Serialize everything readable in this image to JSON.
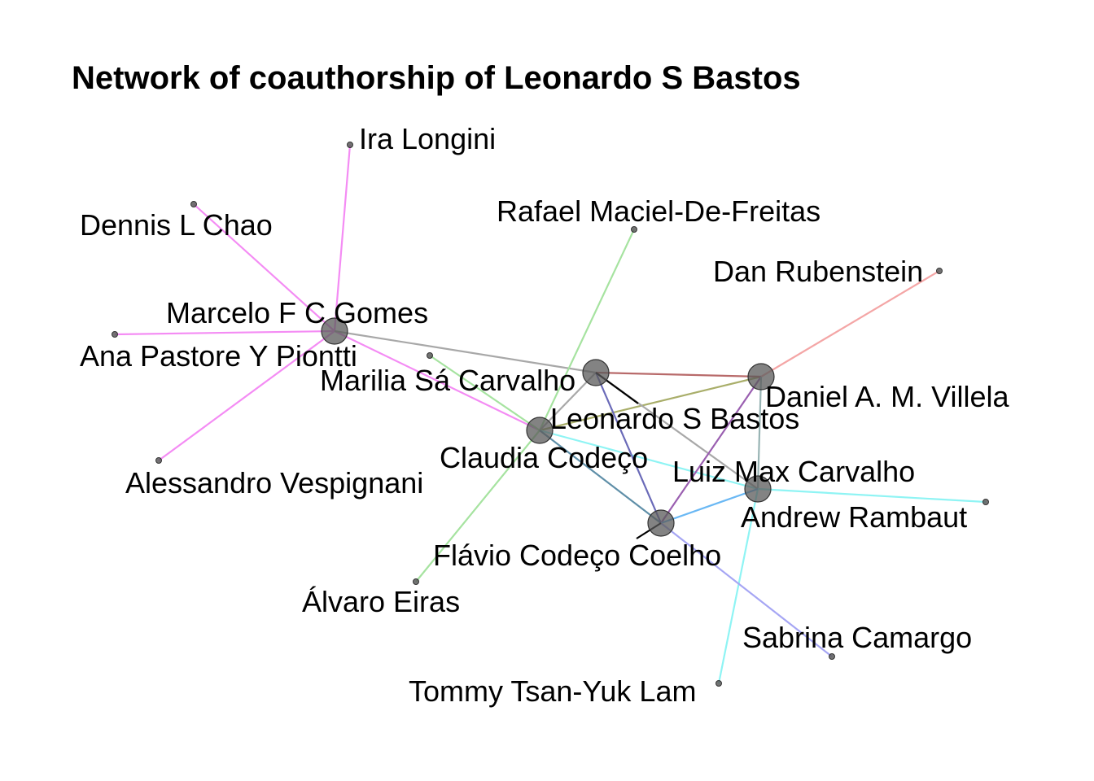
{
  "title": "Network of coauthorship of Leonardo S Bastos",
  "nodes": [
    {
      "id": "leonardo",
      "label": "Leonardo S Bastos",
      "size": "large"
    },
    {
      "id": "marcelo",
      "label": "Marcelo F C Gomes",
      "size": "large"
    },
    {
      "id": "claudia",
      "label": "Claudia Codeço",
      "size": "large"
    },
    {
      "id": "daniel",
      "label": "Daniel A. M. Villela",
      "size": "large"
    },
    {
      "id": "luiz",
      "label": "Luiz Max Carvalho",
      "size": "large"
    },
    {
      "id": "flavio",
      "label": "Flávio Codeço Coelho",
      "size": "large"
    },
    {
      "id": "ira",
      "label": "Ira Longini",
      "size": "small"
    },
    {
      "id": "dennis",
      "label": "Dennis L Chao",
      "size": "small"
    },
    {
      "id": "ana",
      "label": "Ana Pastore Y Piontti",
      "size": "small"
    },
    {
      "id": "alessandro",
      "label": "Alessandro Vespignani",
      "size": "small"
    },
    {
      "id": "marilia",
      "label": "Marilia Sá Carvalho",
      "size": "small"
    },
    {
      "id": "rafael",
      "label": "Rafael Maciel-De-Freitas",
      "size": "small"
    },
    {
      "id": "dan",
      "label": "Dan Rubenstein",
      "size": "small"
    },
    {
      "id": "andrew",
      "label": "Andrew Rambaut",
      "size": "small"
    },
    {
      "id": "alvaro",
      "label": "Álvaro Eiras",
      "size": "small"
    },
    {
      "id": "sabrina",
      "label": "Sabrina Camargo",
      "size": "small"
    },
    {
      "id": "tommy",
      "label": "Tommy Tsan-Yuk Lam",
      "size": "small"
    }
  ],
  "edges": [
    {
      "from": "marcelo",
      "to": "ira",
      "color": "#f48cf4"
    },
    {
      "from": "marcelo",
      "to": "dennis",
      "color": "#f48cf4"
    },
    {
      "from": "marcelo",
      "to": "ana",
      "color": "#f48cf4"
    },
    {
      "from": "marcelo",
      "to": "alessandro",
      "color": "#f48cf4"
    },
    {
      "from": "marcelo",
      "to": "claudia",
      "color": "#f48cf4"
    },
    {
      "from": "marcelo",
      "to": "leonardo",
      "color": "#a8a8a8"
    },
    {
      "from": "claudia",
      "to": "rafael",
      "color": "#a6e3a0"
    },
    {
      "from": "claudia",
      "to": "alvaro",
      "color": "#a6e3a0"
    },
    {
      "from": "claudia",
      "to": "marilia",
      "color": "#a6e3a0"
    },
    {
      "from": "claudia",
      "to": "leonardo",
      "color": "#a8a8a8"
    },
    {
      "from": "claudia",
      "to": "daniel",
      "color": "#a9ae6a"
    },
    {
      "from": "claudia",
      "to": "luiz",
      "color": "#8ff4f4"
    },
    {
      "from": "claudia",
      "to": "flavio",
      "color": "#5f8fa8"
    },
    {
      "from": "leonardo",
      "to": "daniel",
      "color": "#b86a6a"
    },
    {
      "from": "leonardo",
      "to": "flavio",
      "color": "#6a6ab8"
    },
    {
      "from": "leonardo",
      "to": "luiz",
      "color": "#a8a8a8"
    },
    {
      "from": "daniel",
      "to": "dan",
      "color": "#f4a6a6"
    },
    {
      "from": "daniel",
      "to": "flavio",
      "color": "#9a5fb0"
    },
    {
      "from": "daniel",
      "to": "luiz",
      "color": "#98b4b4"
    },
    {
      "from": "luiz",
      "to": "andrew",
      "color": "#8ff4f4"
    },
    {
      "from": "luiz",
      "to": "tommy",
      "color": "#8ff4f4"
    },
    {
      "from": "luiz",
      "to": "flavio",
      "color": "#6ab8f4"
    },
    {
      "from": "flavio",
      "to": "sabrina",
      "color": "#a6a6f4"
    }
  ]
}
